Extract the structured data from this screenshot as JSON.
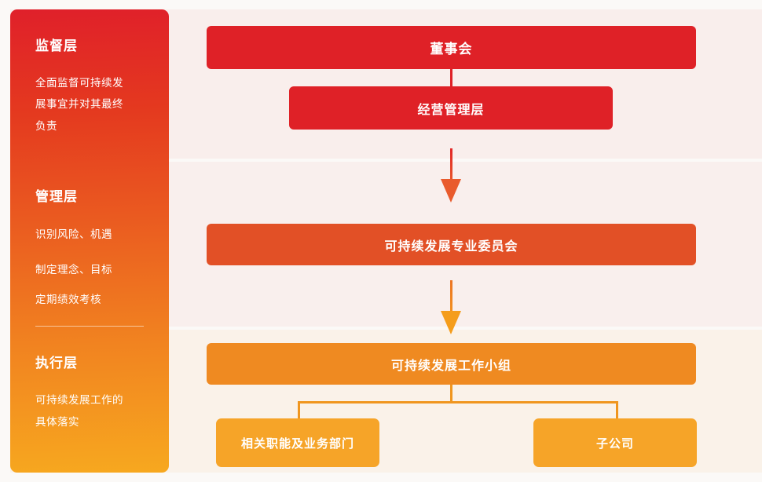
{
  "palette": {
    "page_bg": "#fbf9f7",
    "band_supervision": "#f9eeec",
    "band_management": "#f9efed",
    "band_execution": "#faf2e9",
    "sidebar_gradient_top": "#e0202a",
    "sidebar_gradient_bottom": "#f7a81f",
    "node_red": "#df2127",
    "node_red_orange": "#e25026",
    "node_orange": "#ef8a21",
    "node_light_orange": "#f6a428",
    "connector_orange": "#f0961f",
    "arrow_red_head": "#e95b2d",
    "arrow_orange_head": "#f59d1c",
    "text_color": "#ffffff"
  },
  "sidebar": {
    "sections": [
      {
        "title": "监督层",
        "lines": [
          "全面监督可持续发",
          "展事宜并对其最终",
          "负责"
        ]
      },
      {
        "title": "管理层",
        "lines": [
          "识别风险、机遇",
          "制定理念、目标",
          "定期绩效考核"
        ]
      },
      {
        "title": "执行层",
        "lines": [
          "可持续发展工作的",
          "具体落实"
        ]
      }
    ]
  },
  "chart_nodes": {
    "board": "董事会",
    "management": "经营管理层",
    "committee": "可持续发展专业委员会",
    "workgroup": "可持续发展工作小组",
    "departments": "相关职能及业务部门",
    "subsidiaries": "子公司"
  },
  "hierarchy_edges": [
    {
      "from": "董事会",
      "to": "经营管理层",
      "style": "line"
    },
    {
      "from": "经营管理层",
      "to": "可持续发展专业委员会",
      "style": "arrow"
    },
    {
      "from": "可持续发展专业委员会",
      "to": "可持续发展工作小组",
      "style": "arrow"
    },
    {
      "from": "可持续发展工作小组",
      "to": "相关职能及业务部门",
      "style": "elbow"
    },
    {
      "from": "可持续发展工作小组",
      "to": "子公司",
      "style": "elbow"
    }
  ]
}
